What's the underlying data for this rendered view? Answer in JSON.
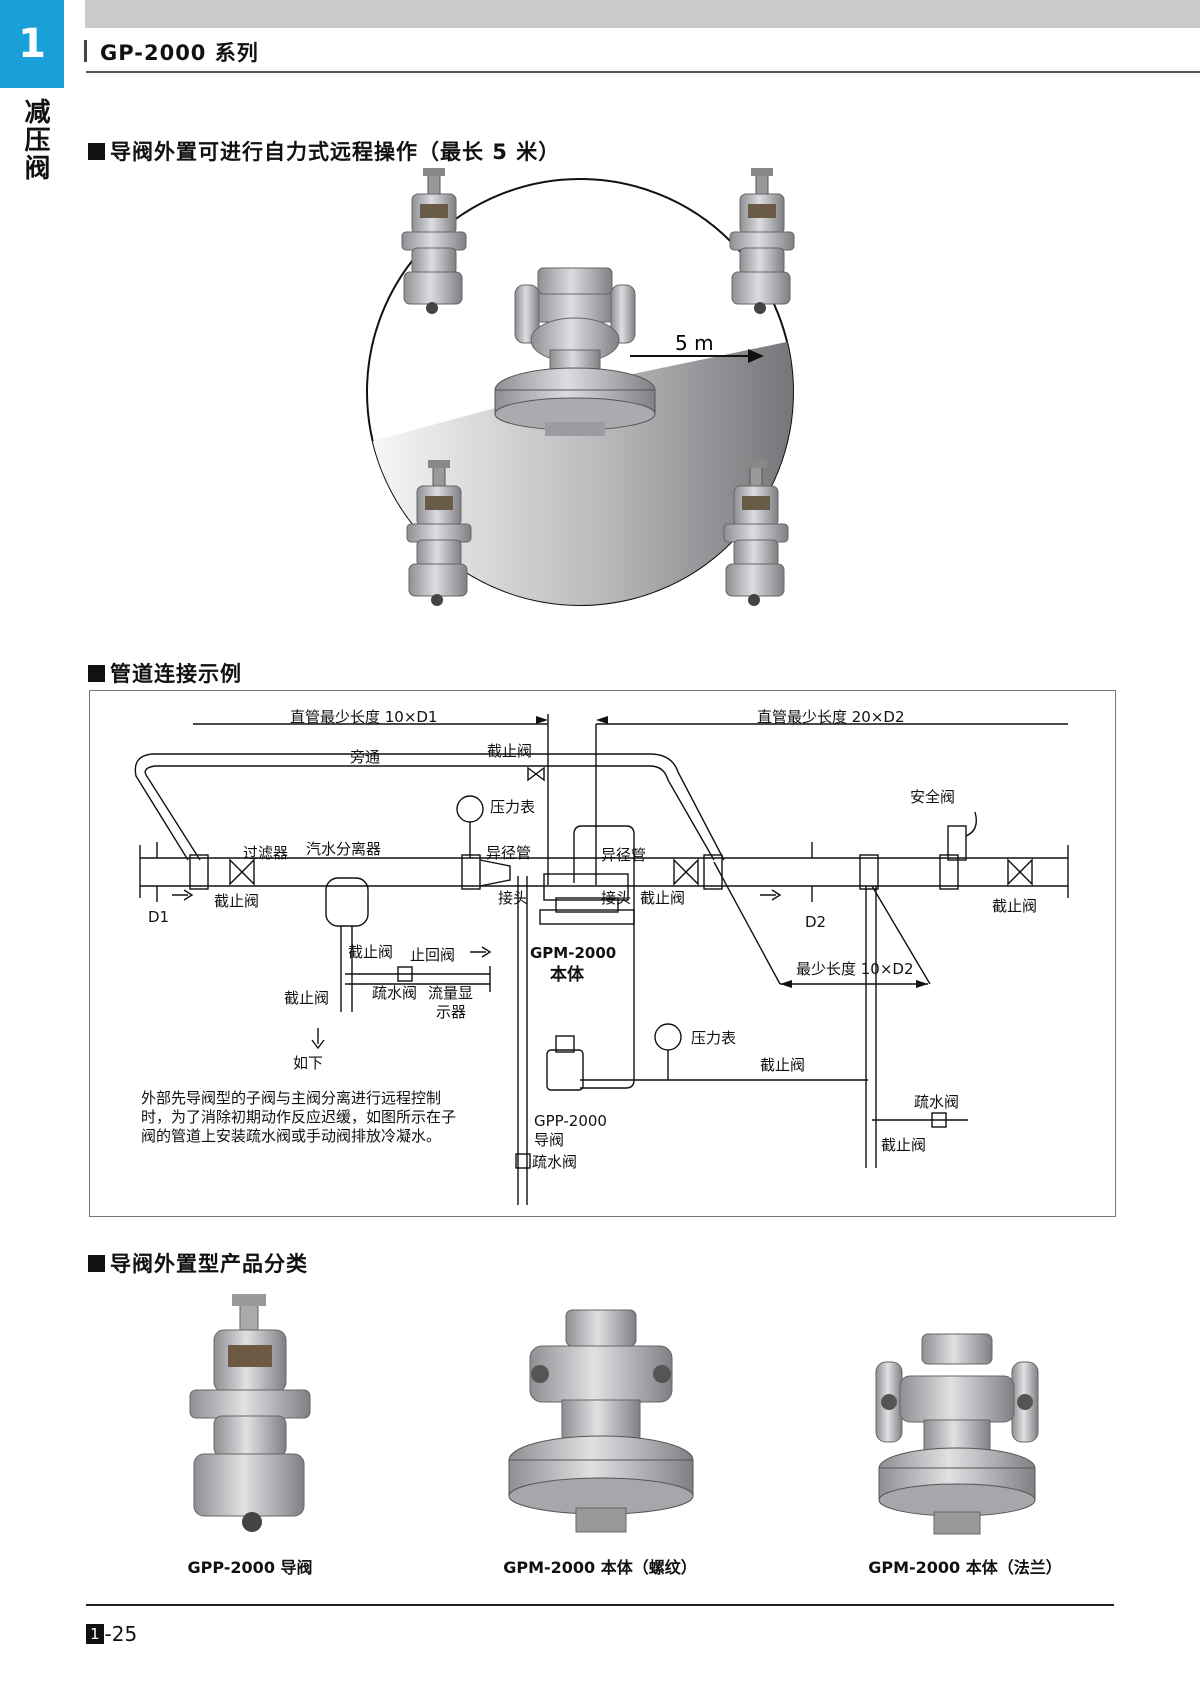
{
  "header": {
    "chapter_number": "1",
    "category_vertical": "减压阀",
    "series_title": "GP-2000 系列"
  },
  "section1": {
    "title": "导阀外置可进行自力式远程操作（最长 5 米）",
    "distance_label": "5 m"
  },
  "section2": {
    "title": "管道连接示例",
    "labels": {
      "straight_min_d1": "直管最少长度 10×D1",
      "straight_min_d2": "直管最少长度 20×D2",
      "bypass": "旁通",
      "stop_valve_top": "截止阀",
      "pressure_gauge_top": "压力表",
      "safety_valve": "安全阀",
      "strainer": "过滤器",
      "separator": "汽水分离器",
      "reducer_left": "异径管",
      "reducer_right": "异径管",
      "joint_left": "接头",
      "joint_right": "接头",
      "stop_valve_right_of_joint": "截止阀",
      "stop_valve_inlet": "截止阀",
      "d1": "D1",
      "d2": "D2",
      "stop_valve_outlet": "截止阀",
      "main_body": "GPM-2000",
      "main_body_sub": "本体",
      "min_length_d2": "最少长度 10×D2",
      "stop_valve_sep": "截止阀",
      "check_valve": "止回阀",
      "stop_valve_sep_down": "截止阀",
      "trap": "疏水阀",
      "sight_glass_1": "流量显",
      "sight_glass_2": "示器",
      "down_below": "如下",
      "pressure_gauge_lower": "压力表",
      "stop_valve_lower": "截止阀",
      "trap_right": "疏水阀",
      "stop_valve_right_lower": "截止阀",
      "pilot_model": "GPP-2000",
      "pilot_name": "导阀",
      "trap_bottom": "疏水阀",
      "note_1": "外部先导阀型的子阀与主阀分离进行远程控制",
      "note_2": "时，为了消除初期动作反应迟缓，如图所示在子",
      "note_3": "阀的管道上安装疏水阀或手动阀排放冷凝水。"
    }
  },
  "section3": {
    "title": "导阀外置型产品分类",
    "products": [
      {
        "caption": "GPP-2000 导阀"
      },
      {
        "caption": "GPM-2000 本体（螺纹）"
      },
      {
        "caption": "GPM-2000 本体（法兰）"
      }
    ]
  },
  "footer": {
    "page_chapter": "1",
    "page_number": "-25"
  }
}
